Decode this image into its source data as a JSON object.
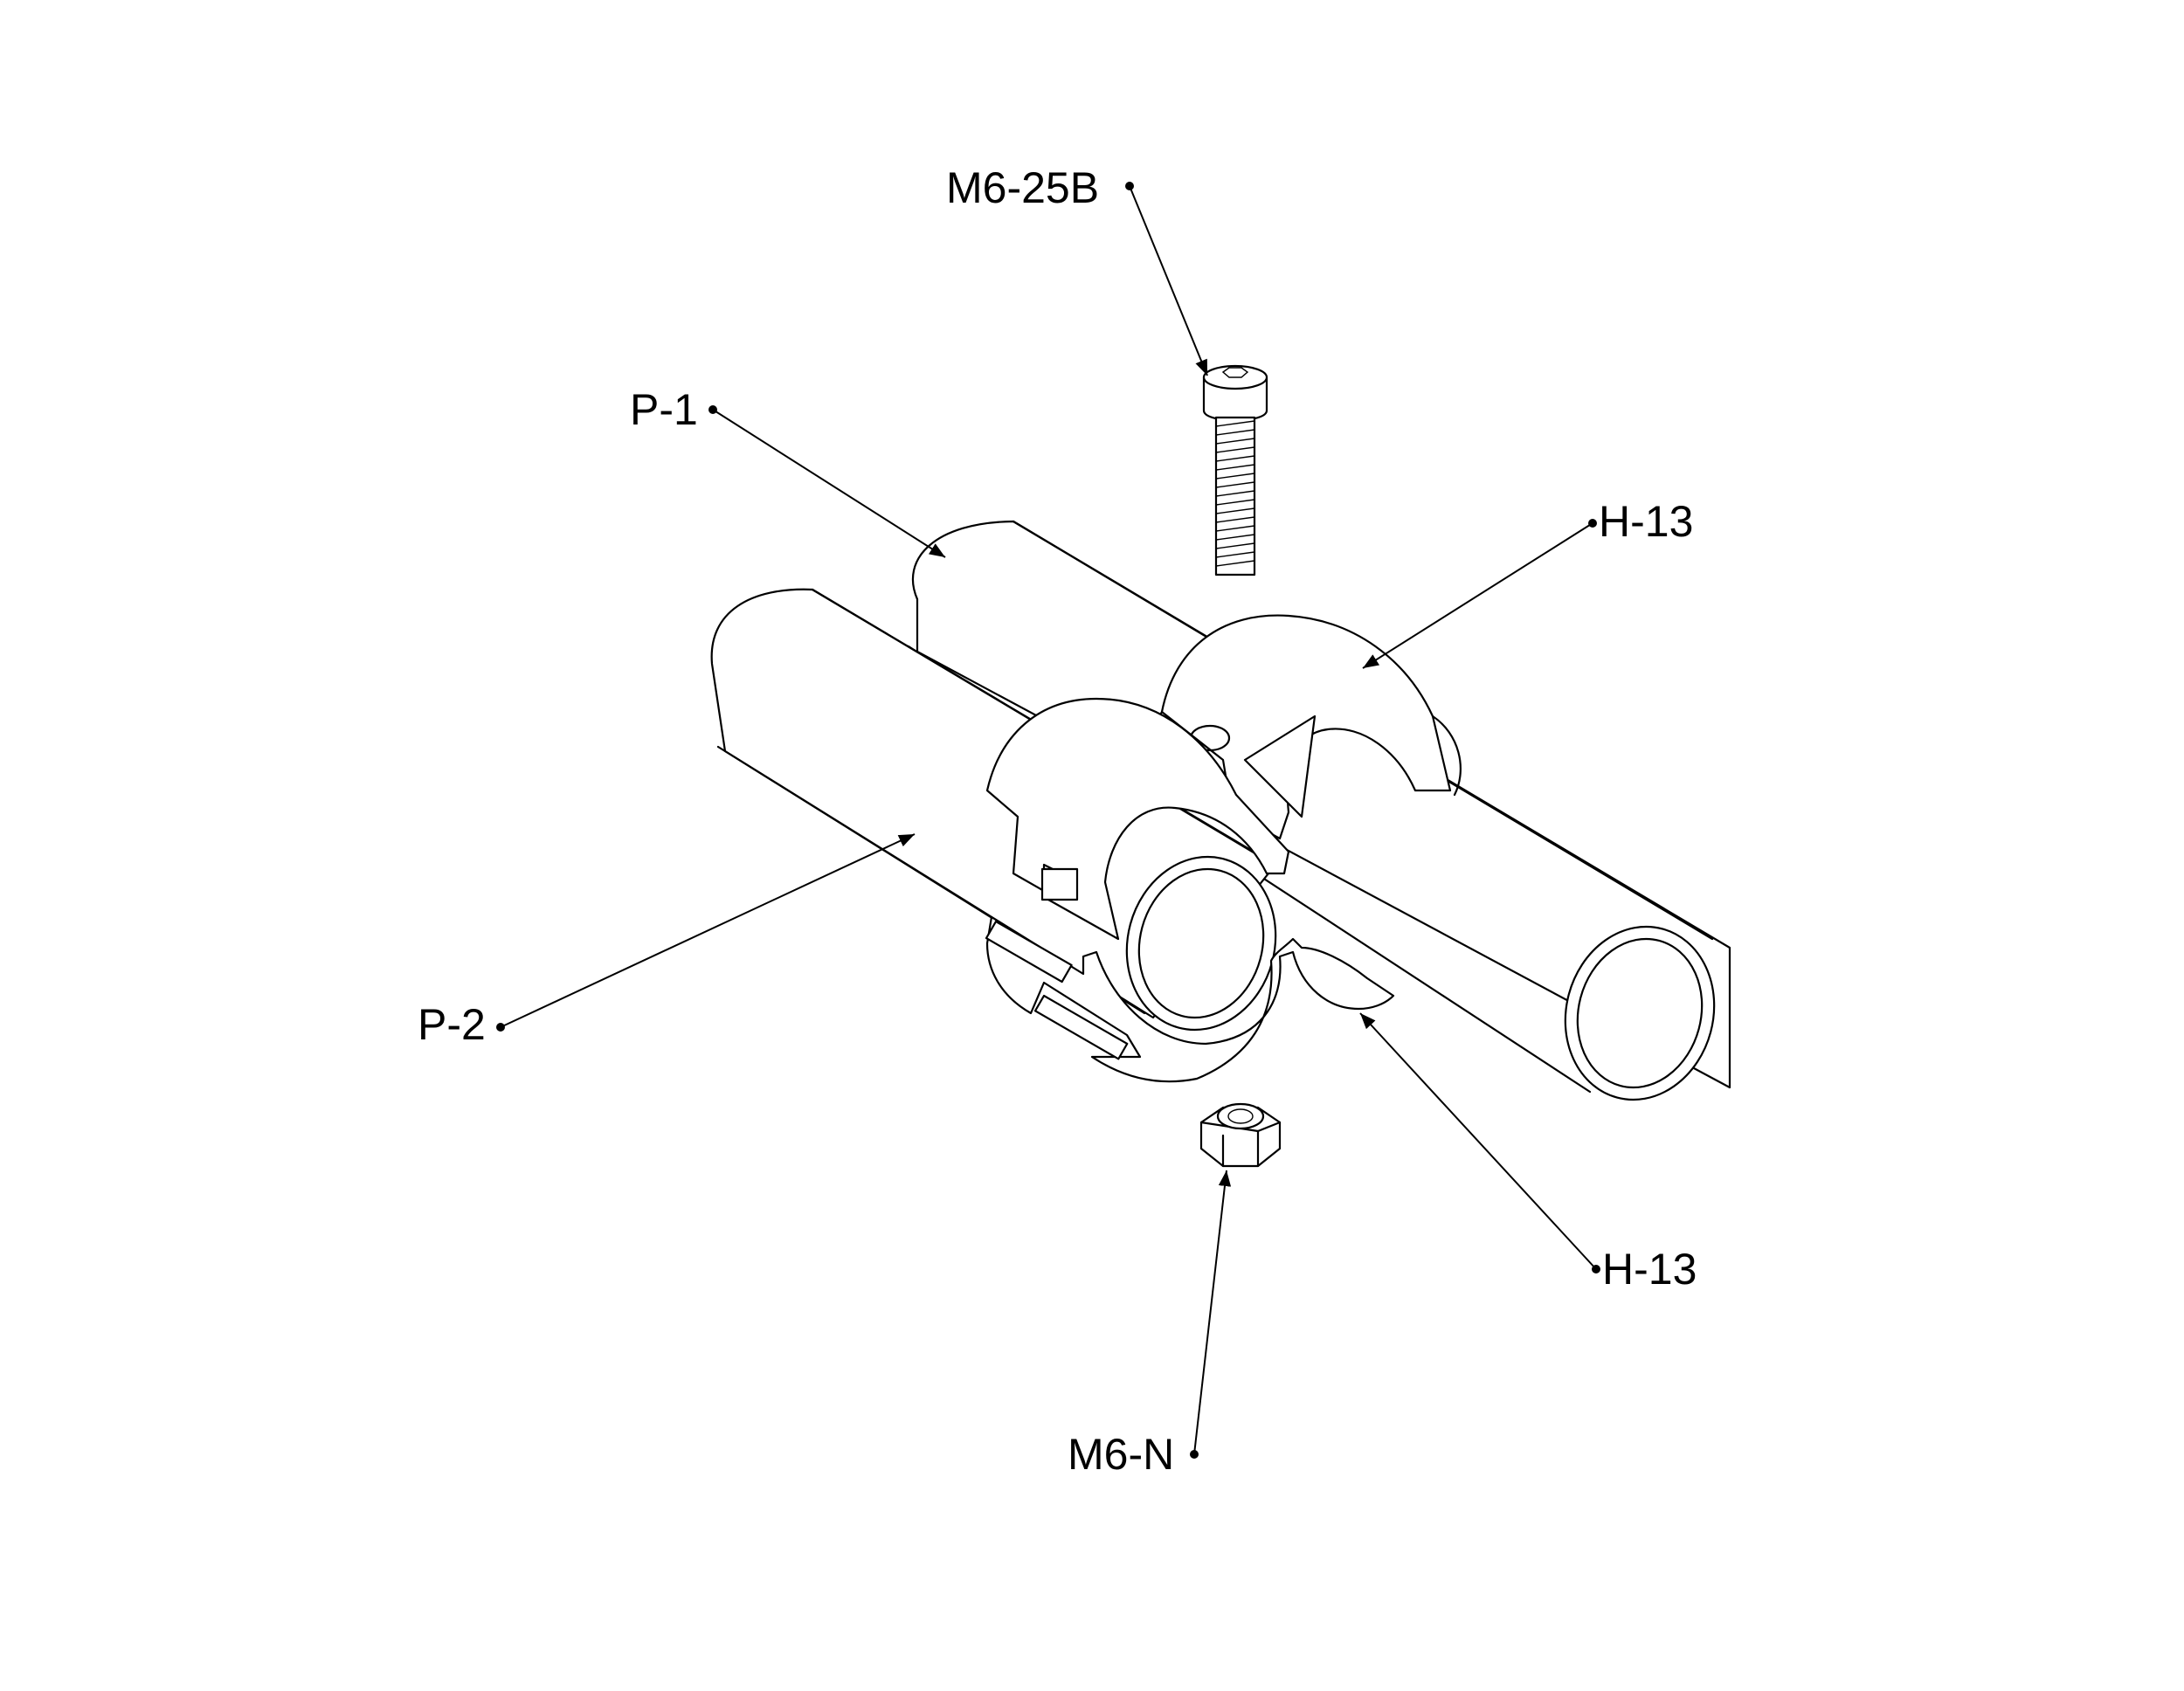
{
  "callouts": {
    "bolt": "M6-25B",
    "pipe_1": "P-1",
    "holder_top": "H-13",
    "pipe_2": "P-2",
    "holder_bottom": "H-13",
    "nut": "M6-N"
  }
}
